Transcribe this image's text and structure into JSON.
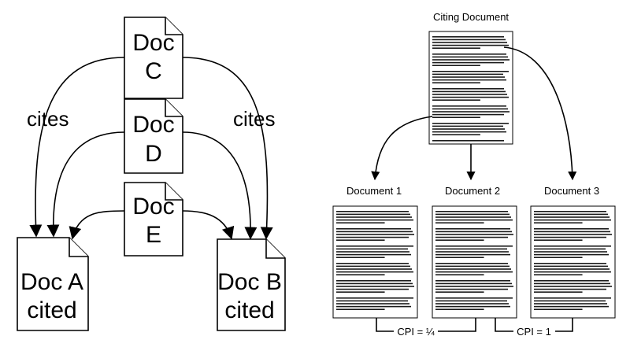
{
  "left_diagram": {
    "docs": [
      {
        "id": "doc-c",
        "line1": "Doc",
        "line2": "C"
      },
      {
        "id": "doc-d",
        "line1": "Doc",
        "line2": "D"
      },
      {
        "id": "doc-e",
        "line1": "Doc",
        "line2": "E"
      },
      {
        "id": "doc-a",
        "line1": "Doc A",
        "line2": "cited"
      },
      {
        "id": "doc-b",
        "line1": "Doc B",
        "line2": "cited"
      }
    ],
    "cites_left": "cites",
    "cites_right": "cites"
  },
  "right_diagram": {
    "citing_title": "Citing Document",
    "documents": [
      "Document 1",
      "Document 2",
      "Document 3"
    ],
    "cpi_left": "CPI = ¼",
    "cpi_right": "CPI = 1"
  }
}
